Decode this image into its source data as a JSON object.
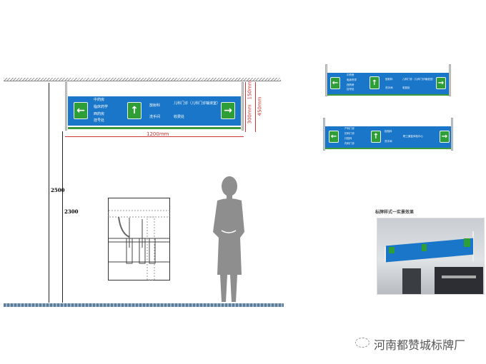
{
  "drawing": {
    "sign_main": {
      "left_items": [
        "中药房",
        "临床药学",
        "西药房",
        "挂号处"
      ],
      "middle_items": [
        "放射科",
        "洗手间"
      ],
      "right_items": [
        "儿科门诊（儿科门诊输液室）",
        "收费处"
      ],
      "arrows": {
        "left": "arrow-left-icon",
        "up": "arrow-up-icon",
        "right": "arrow-right-icon"
      }
    },
    "dimensions": {
      "width": "1200mm",
      "hang": "150mm",
      "panel": "300mm",
      "total": "450mm",
      "ceiling_height": "2500",
      "bottom_height": "2300"
    },
    "sign_b": {
      "left_items": [
        "产科门诊",
        "妇科门诊",
        "口腔科",
        "内科门诊"
      ],
      "middle_items": [
        "检验科",
        "洗手间"
      ],
      "right_items": [
        "职工康复体检中心"
      ]
    },
    "photo_caption": "标牌样式一实景效果",
    "watermark": "河南都赞城标牌厂"
  },
  "colors": {
    "sign_blue": "#1976c8",
    "sign_green": "#2f9e37",
    "dimension_red": "#cc3333"
  }
}
